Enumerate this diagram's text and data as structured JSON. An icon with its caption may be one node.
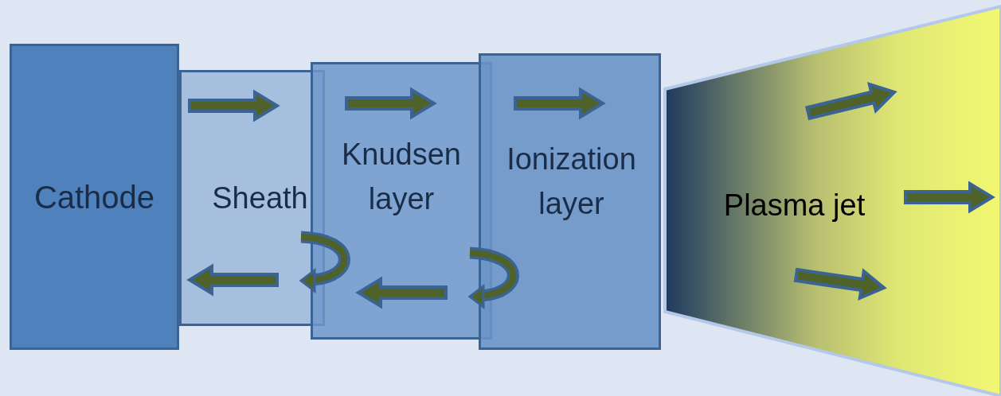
{
  "diagram": {
    "nodes": [
      {
        "text": [
          "Cathode"
        ]
      },
      {
        "text": [
          "Sheath"
        ]
      },
      {
        "text": [
          "Knudsen layer"
        ]
      },
      {
        "text": [
          "Ionization layer"
        ]
      },
      {
        "text": [
          "Plasma jet"
        ]
      }
    ]
  }
}
